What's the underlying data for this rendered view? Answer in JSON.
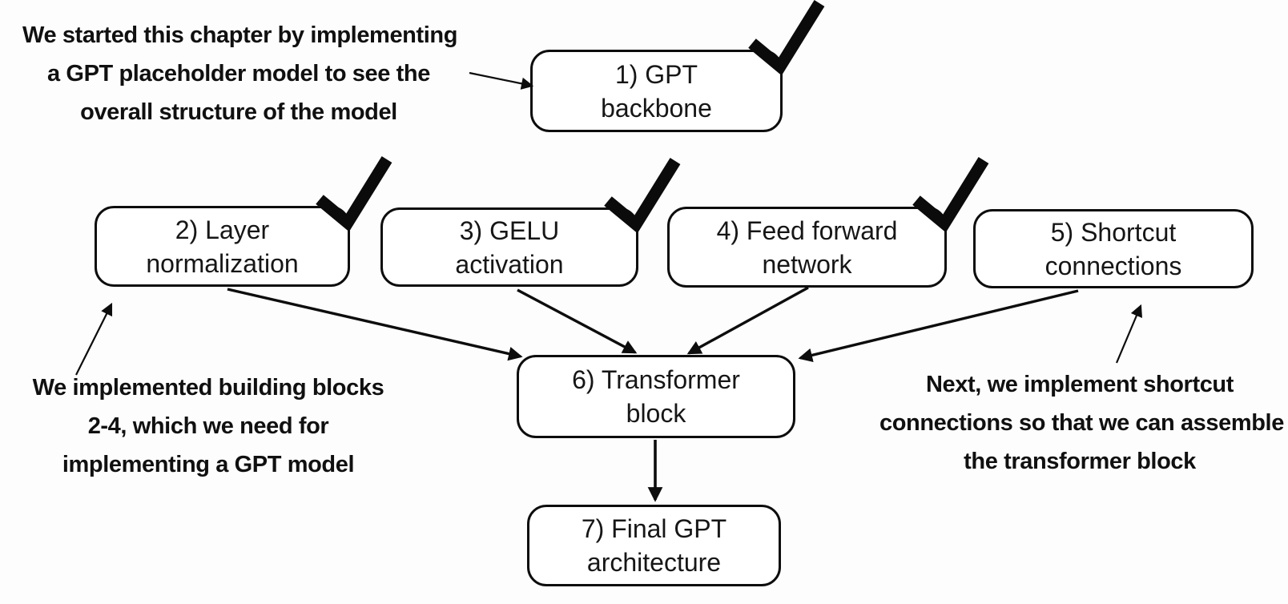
{
  "colors": {
    "ink": "#0d0d0d",
    "background": "#fdfdfd",
    "node_fill": "#ffffff"
  },
  "nodes": [
    {
      "id": "1",
      "lines": [
        "1) GPT",
        "backbone"
      ],
      "completed": true
    },
    {
      "id": "2",
      "lines": [
        "2) Layer",
        "normalization"
      ],
      "completed": true
    },
    {
      "id": "3",
      "lines": [
        "3) GELU",
        "activation"
      ],
      "completed": true
    },
    {
      "id": "4",
      "lines": [
        "4) Feed forward",
        "network"
      ],
      "completed": true
    },
    {
      "id": "5",
      "lines": [
        "5) Shortcut",
        "connections"
      ],
      "completed": false
    },
    {
      "id": "6",
      "lines": [
        "6) Transformer",
        "block"
      ],
      "completed": false
    },
    {
      "id": "7",
      "lines": [
        "7) Final GPT",
        "architecture"
      ],
      "completed": false
    }
  ],
  "edges": [
    {
      "from": "2",
      "to": "6"
    },
    {
      "from": "3",
      "to": "6"
    },
    {
      "from": "4",
      "to": "6"
    },
    {
      "from": "5",
      "to": "6"
    },
    {
      "from": "6",
      "to": "7"
    }
  ],
  "annotations": [
    {
      "points_to": "1",
      "lines": [
        "We started this chapter by implementing",
        "a GPT placeholder model to see the",
        "overall structure of the model"
      ]
    },
    {
      "points_to": "2",
      "lines": [
        "We implemented building blocks",
        "2-4, which we need for",
        "implementing a GPT model"
      ]
    },
    {
      "points_to": "5",
      "lines": [
        "Next, we implement shortcut",
        "connections so that we can assemble",
        "the transformer block"
      ]
    }
  ]
}
